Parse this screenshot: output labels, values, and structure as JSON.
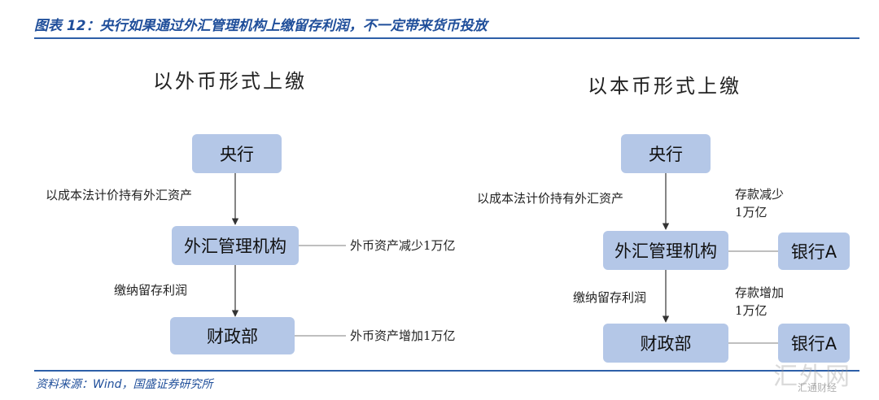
{
  "figure": {
    "title": "图表 12：央行如果通过外汇管理机构上缴留存利润，不一定带来货币投放",
    "source": "资料来源：Wind，国盛证券研究所"
  },
  "left_panel": {
    "title": "以外币形式上缴",
    "nodes": {
      "central_bank": "央行",
      "fx_admin": "外汇管理机构",
      "mof": "财政部"
    },
    "edges": {
      "cb_to_fx": "以成本法计价持有外汇资产",
      "fx_to_mof": "缴纳留存利润",
      "fx_note": "外币资产减少1万亿",
      "mof_note": "外币资产增加1万亿"
    }
  },
  "right_panel": {
    "title": "以本币形式上缴",
    "nodes": {
      "central_bank": "央行",
      "fx_admin": "外汇管理机构",
      "mof": "财政部",
      "bank_a_1": "银行A",
      "bank_a_2": "银行A"
    },
    "edges": {
      "cb_to_fx": "以成本法计价持有外汇资产",
      "fx_to_mof": "缴纳留存利润",
      "bank1_note": "存款减少1万亿",
      "bank2_note": "存款增加1万亿"
    }
  },
  "watermark": {
    "text": "汇外网",
    "sub": "汇通财经"
  },
  "colors": {
    "box_fill": "#b4c7e7",
    "accent": "#1f4e9a",
    "rule": "#2d5fa8",
    "line": "#999999",
    "arrow": "#333333"
  }
}
